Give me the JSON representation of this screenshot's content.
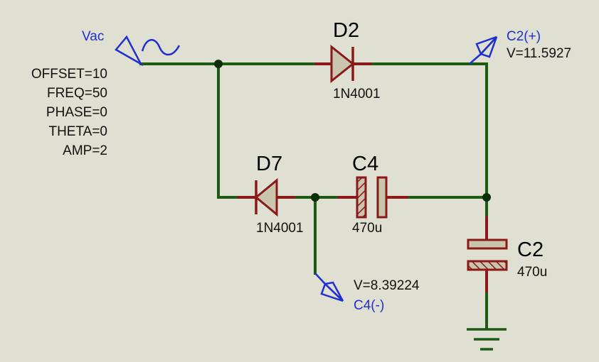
{
  "source": {
    "name": "Vac",
    "params": [
      "OFFSET=10",
      "FREQ=50",
      "PHASE=0",
      "THETA=0",
      "AMP=2"
    ]
  },
  "components": {
    "d2": {
      "ref": "D2",
      "value": "1N4001"
    },
    "d7": {
      "ref": "D7",
      "value": "1N4001"
    },
    "c4": {
      "ref": "C4",
      "value": "470u"
    },
    "c2": {
      "ref": "C2",
      "value": "470u"
    }
  },
  "probes": {
    "c2_pos": {
      "name": "C2(+)",
      "reading": "V=11.5927"
    },
    "c4_neg": {
      "name": "C4(-)",
      "reading": "V=8.39224"
    }
  },
  "colors": {
    "background": "#e0e0d2",
    "wire": "#1f5a14",
    "component": "#8a1a1a",
    "component_fill": "#c9c6ad",
    "label": "#1f2fd0"
  }
}
